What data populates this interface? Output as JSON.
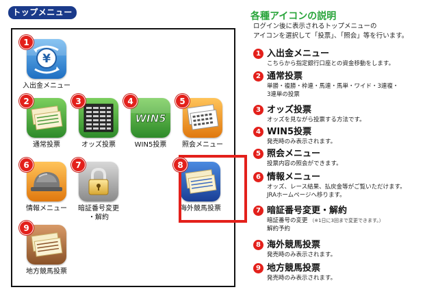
{
  "menu": {
    "title": "トップメニュー",
    "tiles": [
      {
        "num": "1",
        "label": "入出金メニュー"
      },
      {
        "num": "2",
        "label": "通常投票"
      },
      {
        "num": "3",
        "label": "オッズ投票"
      },
      {
        "num": "4",
        "label": "WIN5投票",
        "icon_text": "WIN5"
      },
      {
        "num": "5",
        "label": "照会メニュー"
      },
      {
        "num": "6",
        "label": "情報メニュー"
      },
      {
        "num": "7",
        "label": "暗証番号変更",
        "label2": "・解約"
      },
      {
        "num": "8",
        "label": "海外競馬投票"
      },
      {
        "num": "9",
        "label": "地方競馬投票"
      }
    ]
  },
  "info": {
    "title": "各種アイコンの説明",
    "desc_line1": "ログイン後に表示されるトップメニューの",
    "desc_line2": "アイコンを選択して「投票」、「照会」等を行います。",
    "items": [
      {
        "num": "1",
        "name": "入出金メニュー",
        "d1": "こちらから指定銀行口座との資金移動をします。"
      },
      {
        "num": "2",
        "name": "通常投票",
        "d1": "単勝・複勝・枠連・馬連・馬単・ワイド・3連複・",
        "d2": "3連単の投票"
      },
      {
        "num": "3",
        "name": "オッズ投票",
        "d1": "オッズを見ながら投票する方法です。"
      },
      {
        "num": "4",
        "name": "WIN5投票",
        "d1": "発売時のみ表示されます。"
      },
      {
        "num": "5",
        "name": "照会メニュー",
        "d1": "投票内容の照会ができます。"
      },
      {
        "num": "6",
        "name": "情報メニュー",
        "d1": "オッズ、レース結果、払戻金等がご覧いただけます。",
        "d2": "JRAホームページへ移ります。"
      },
      {
        "num": "7",
        "name": "暗証番号変更・解約",
        "d1": "暗証番号の変更",
        "d1_note": "（※1日に3回まで変更できます。）",
        "d2": "解約予約"
      },
      {
        "num": "8",
        "name": "海外競馬投票",
        "d1": "発売時のみ表示されます。"
      },
      {
        "num": "9",
        "name": "地方競馬投票",
        "d1": "発売時のみ表示されます。"
      }
    ]
  },
  "colors": {
    "navy": "#1a3a8a",
    "badge_red": "#e3201b",
    "title_green": "#28a43a",
    "tile_blue": "#2a7fd0",
    "tile_green": "#3a9a34",
    "tile_orange": "#f08a1a",
    "tile_grey": "#9a9a9a",
    "tile_brown": "#a86a3a"
  },
  "icons": {
    "1": "yen-icon",
    "2": "betting-slips-icon",
    "3": "odds-board-icon",
    "4": "win5-icon",
    "5": "inquiry-slips-icon",
    "6": "helmet-icon",
    "7": "padlock-icon",
    "8": "overseas-slips-icon",
    "9": "local-slips-icon"
  }
}
